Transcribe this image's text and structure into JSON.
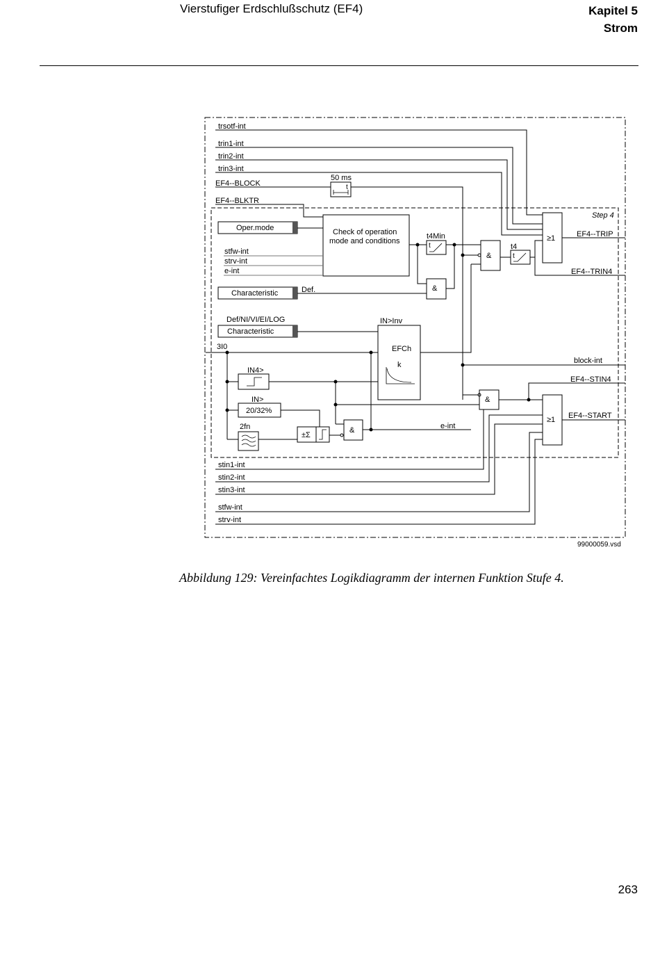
{
  "header": {
    "title": "Vierstufiger Erdschlußschutz (EF4)",
    "chapter": "Kapitel 5",
    "section": "Strom"
  },
  "diagram": {
    "inputs": {
      "trsotf": "trsotf-int",
      "trin1": "trin1-int",
      "trin2": "trin2-int",
      "trin3": "trin3-int",
      "block": "EF4--BLOCK",
      "blktr": "EF4--BLKTR",
      "stfw": "stfw-int",
      "strv": "strv-int",
      "eint": "e-int",
      "i3i0": "3I0",
      "stin1": "stin1-int",
      "stin2": "stin2-int",
      "stin3": "stin3-int",
      "stfw_bottom": "stfw-int",
      "strv_bottom": "strv-int"
    },
    "labels": {
      "timer50": "50 ms",
      "t": "t",
      "step": "Step 4",
      "opermode": "Oper.mode",
      "check1": "Check of operation",
      "check2": "mode and conditions",
      "t4min": "t4Min",
      "t4": "t4",
      "and": "&",
      "or": "≥1",
      "characteristic": "Characteristic",
      "def": "Def.",
      "charsel": "Def/NI/VI/EI/LOG",
      "characteristic2": "Characteristic",
      "ininv": "IN>Inv",
      "efch": "EFCh",
      "k": "k",
      "in4": "IN4>",
      "in": "IN>",
      "pct": "20/32%",
      "twofn": "2fn",
      "sigma": "±Σ",
      "eint_out": "e-int",
      "file": "99000059.vsd"
    },
    "outputs": {
      "trip": "EF4--TRIP",
      "trin4": "EF4--TRIN4",
      "blockint": "block-int",
      "stin4": "EF4--STIN4",
      "start": "EF4--START"
    }
  },
  "caption": "Abbildung 129: Vereinfachtes Logikdiagramm der internen Funktion Stufe 4.",
  "page_number": "263"
}
